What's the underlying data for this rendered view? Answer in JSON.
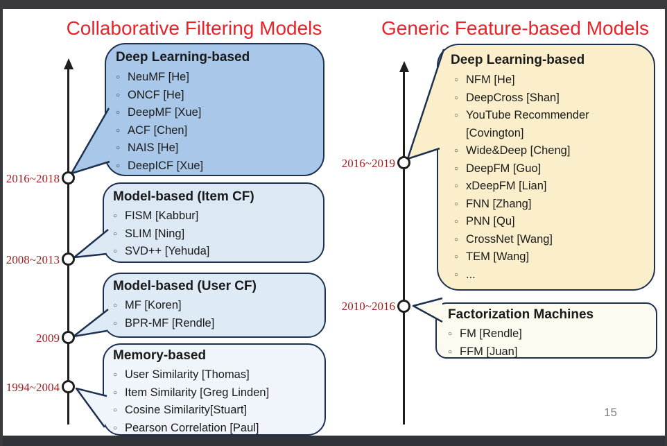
{
  "colors": {
    "red_title": "#E8232B",
    "red_date": "#9E2023",
    "navy": "#1D3050",
    "ink": "#1E1E1E",
    "b1": "#A9C7E8",
    "b2": "#DCE9F5",
    "b3": "#DEEAF6",
    "b4": "#F0F5FB",
    "r1": "#FBEFCB",
    "r2": "#FDFBF0",
    "gray_page": "#808080",
    "frame": "#3A3A3C",
    "frame_bottom": "#303439"
  },
  "icons": {
    "bullet": "○"
  },
  "titles": {
    "left": "Collaborative Filtering Models",
    "right": "Generic Feature-based Models"
  },
  "timeline_left": {
    "dates": [
      "2016~2018",
      "2008~2013",
      "2009",
      "1994~2004"
    ]
  },
  "timeline_right": {
    "dates": [
      "2016~2019",
      "2010~2016"
    ]
  },
  "bubbles": {
    "cf_deep": {
      "title": "Deep Learning-based",
      "items": [
        "NeuMF [He]",
        "ONCF [He]",
        "DeepMF [Xue]",
        "ACF [Chen]",
        "NAIS [He]",
        "DeepICF [Xue]"
      ]
    },
    "cf_item": {
      "title": "Model-based (Item CF)",
      "items": [
        "FISM [Kabbur]",
        "SLIM [Ning]",
        "SVD++ [Yehuda]"
      ]
    },
    "cf_user": {
      "title": "Model-based (User CF)",
      "items": [
        "MF [Koren]",
        "BPR-MF [Rendle]"
      ]
    },
    "cf_mem": {
      "title": "Memory-based",
      "items": [
        "User Similarity [Thomas]",
        "Item Similarity [Greg Linden]",
        "Cosine Similarity[Stuart]",
        "Pearson Correlation [Paul]"
      ]
    },
    "fb_deep": {
      "title": "Deep Learning-based",
      "items": [
        "NFM [He]",
        "DeepCross [Shan]",
        "YouTube Recommender\n[Covington]",
        "Wide&Deep [Cheng]",
        "DeepFM [Guo]",
        "xDeepFM [Lian]",
        "FNN [Zhang]",
        "PNN [Qu]",
        "CrossNet [Wang]",
        "TEM [Wang]",
        "..."
      ]
    },
    "fb_fm": {
      "title": "Factorization Machines",
      "items": [
        "FM [Rendle]",
        "FFM [Juan]"
      ]
    }
  },
  "page_number": "15"
}
